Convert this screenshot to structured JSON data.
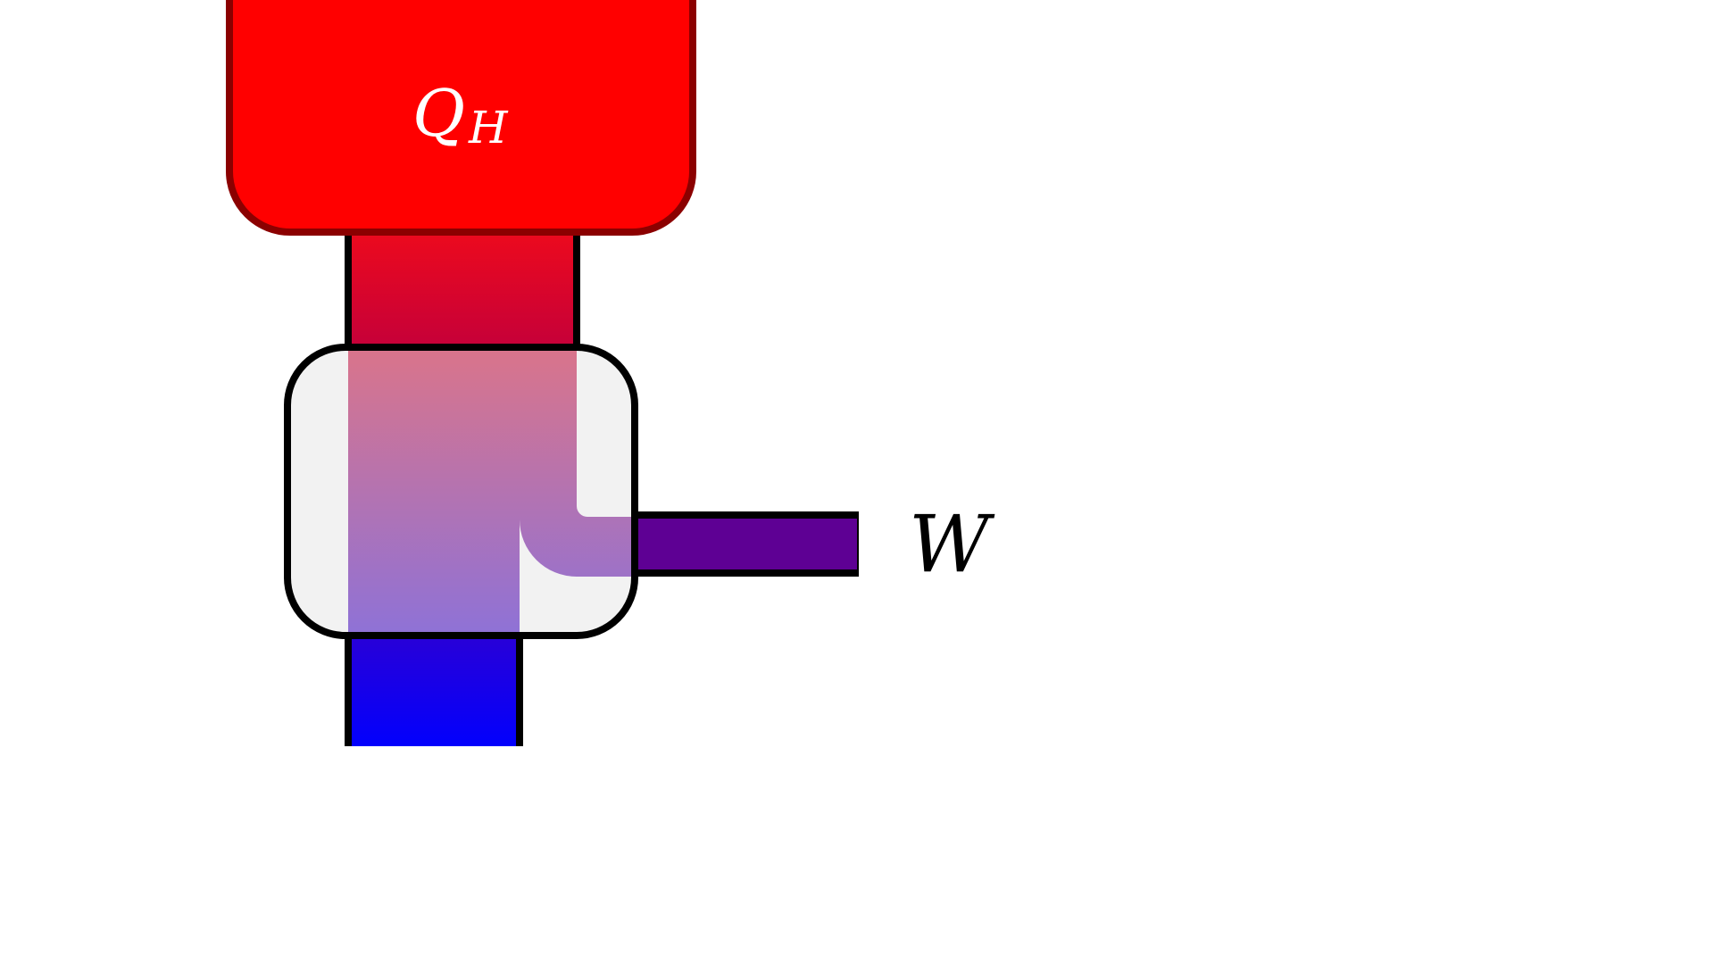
{
  "diagram": {
    "hot_reservoir": {
      "label_main": "Q",
      "label_sub": "H",
      "fill": "#ff0000",
      "stroke": "#8b0000"
    },
    "engine": {
      "fill": "#f2f2f2",
      "stroke": "#000000"
    },
    "heat_in_pipe": {
      "gradient_top": "#ee0a1c",
      "gradient_bottom": "#c4003a"
    },
    "inner_flow": {
      "gradient_top": "#d9748b",
      "gradient_bottom": "#8f72d6"
    },
    "work_output": {
      "label": "W",
      "fill": "#5e0094"
    },
    "cold_output_pipe": {
      "gradient_top": "#2a00d6",
      "gradient_bottom": "#0000ff"
    }
  }
}
